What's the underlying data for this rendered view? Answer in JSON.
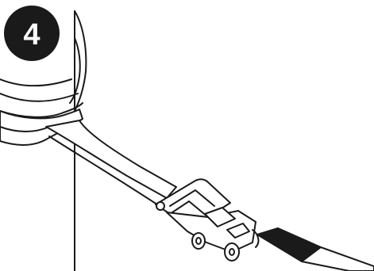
{
  "step": {
    "number": "4"
  },
  "colors": {
    "line": "#1a1a1a",
    "background": "#ffffff",
    "badge_fill": "#1a1a1a",
    "badge_text": "#ffffff",
    "strap_dark": "#1a1a1a"
  },
  "icons": {
    "badge": "step-number-badge",
    "object": "cylinder-drum",
    "strap": "ratchet-strap",
    "buckle": "ratchet-buckle"
  }
}
